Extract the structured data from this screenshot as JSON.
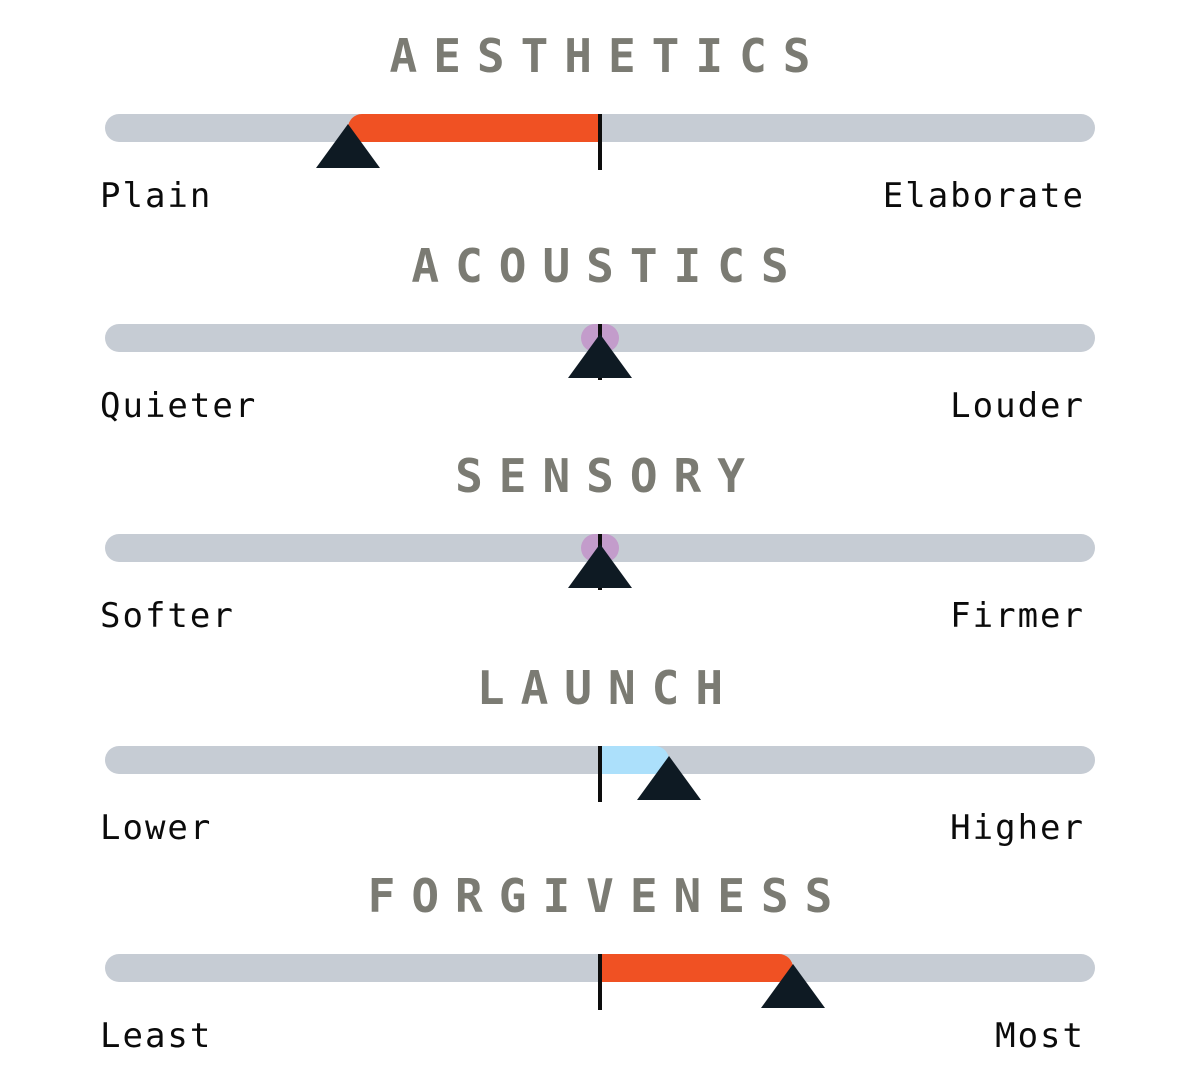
{
  "sliders": [
    {
      "title": "AESTHETICS",
      "left_label": "Plain",
      "right_label": "Elaborate",
      "value": -0.51,
      "fill_color": "#f05123",
      "indicator": "fill"
    },
    {
      "title": "ACOUSTICS",
      "left_label": "Quieter",
      "right_label": "Louder",
      "value": 0.0,
      "fill_color": "#c39ccb",
      "indicator": "dot"
    },
    {
      "title": "SENSORY",
      "left_label": "Softer",
      "right_label": "Firmer",
      "value": 0.0,
      "fill_color": "#c39ccb",
      "indicator": "dot"
    },
    {
      "title": "LAUNCH",
      "left_label": "Lower",
      "right_label": "Higher",
      "value": 0.14,
      "fill_color": "#ace0fb",
      "indicator": "fill"
    },
    {
      "title": "FORGIVENESS",
      "left_label": "Least",
      "right_label": "Most",
      "value": 0.39,
      "fill_color": "#f05123",
      "indicator": "fill"
    }
  ],
  "colors": {
    "track": "#c6ccd4",
    "title": "#7b7b73",
    "marker": "#0e1a23",
    "center_line": "#0d0d0d"
  }
}
